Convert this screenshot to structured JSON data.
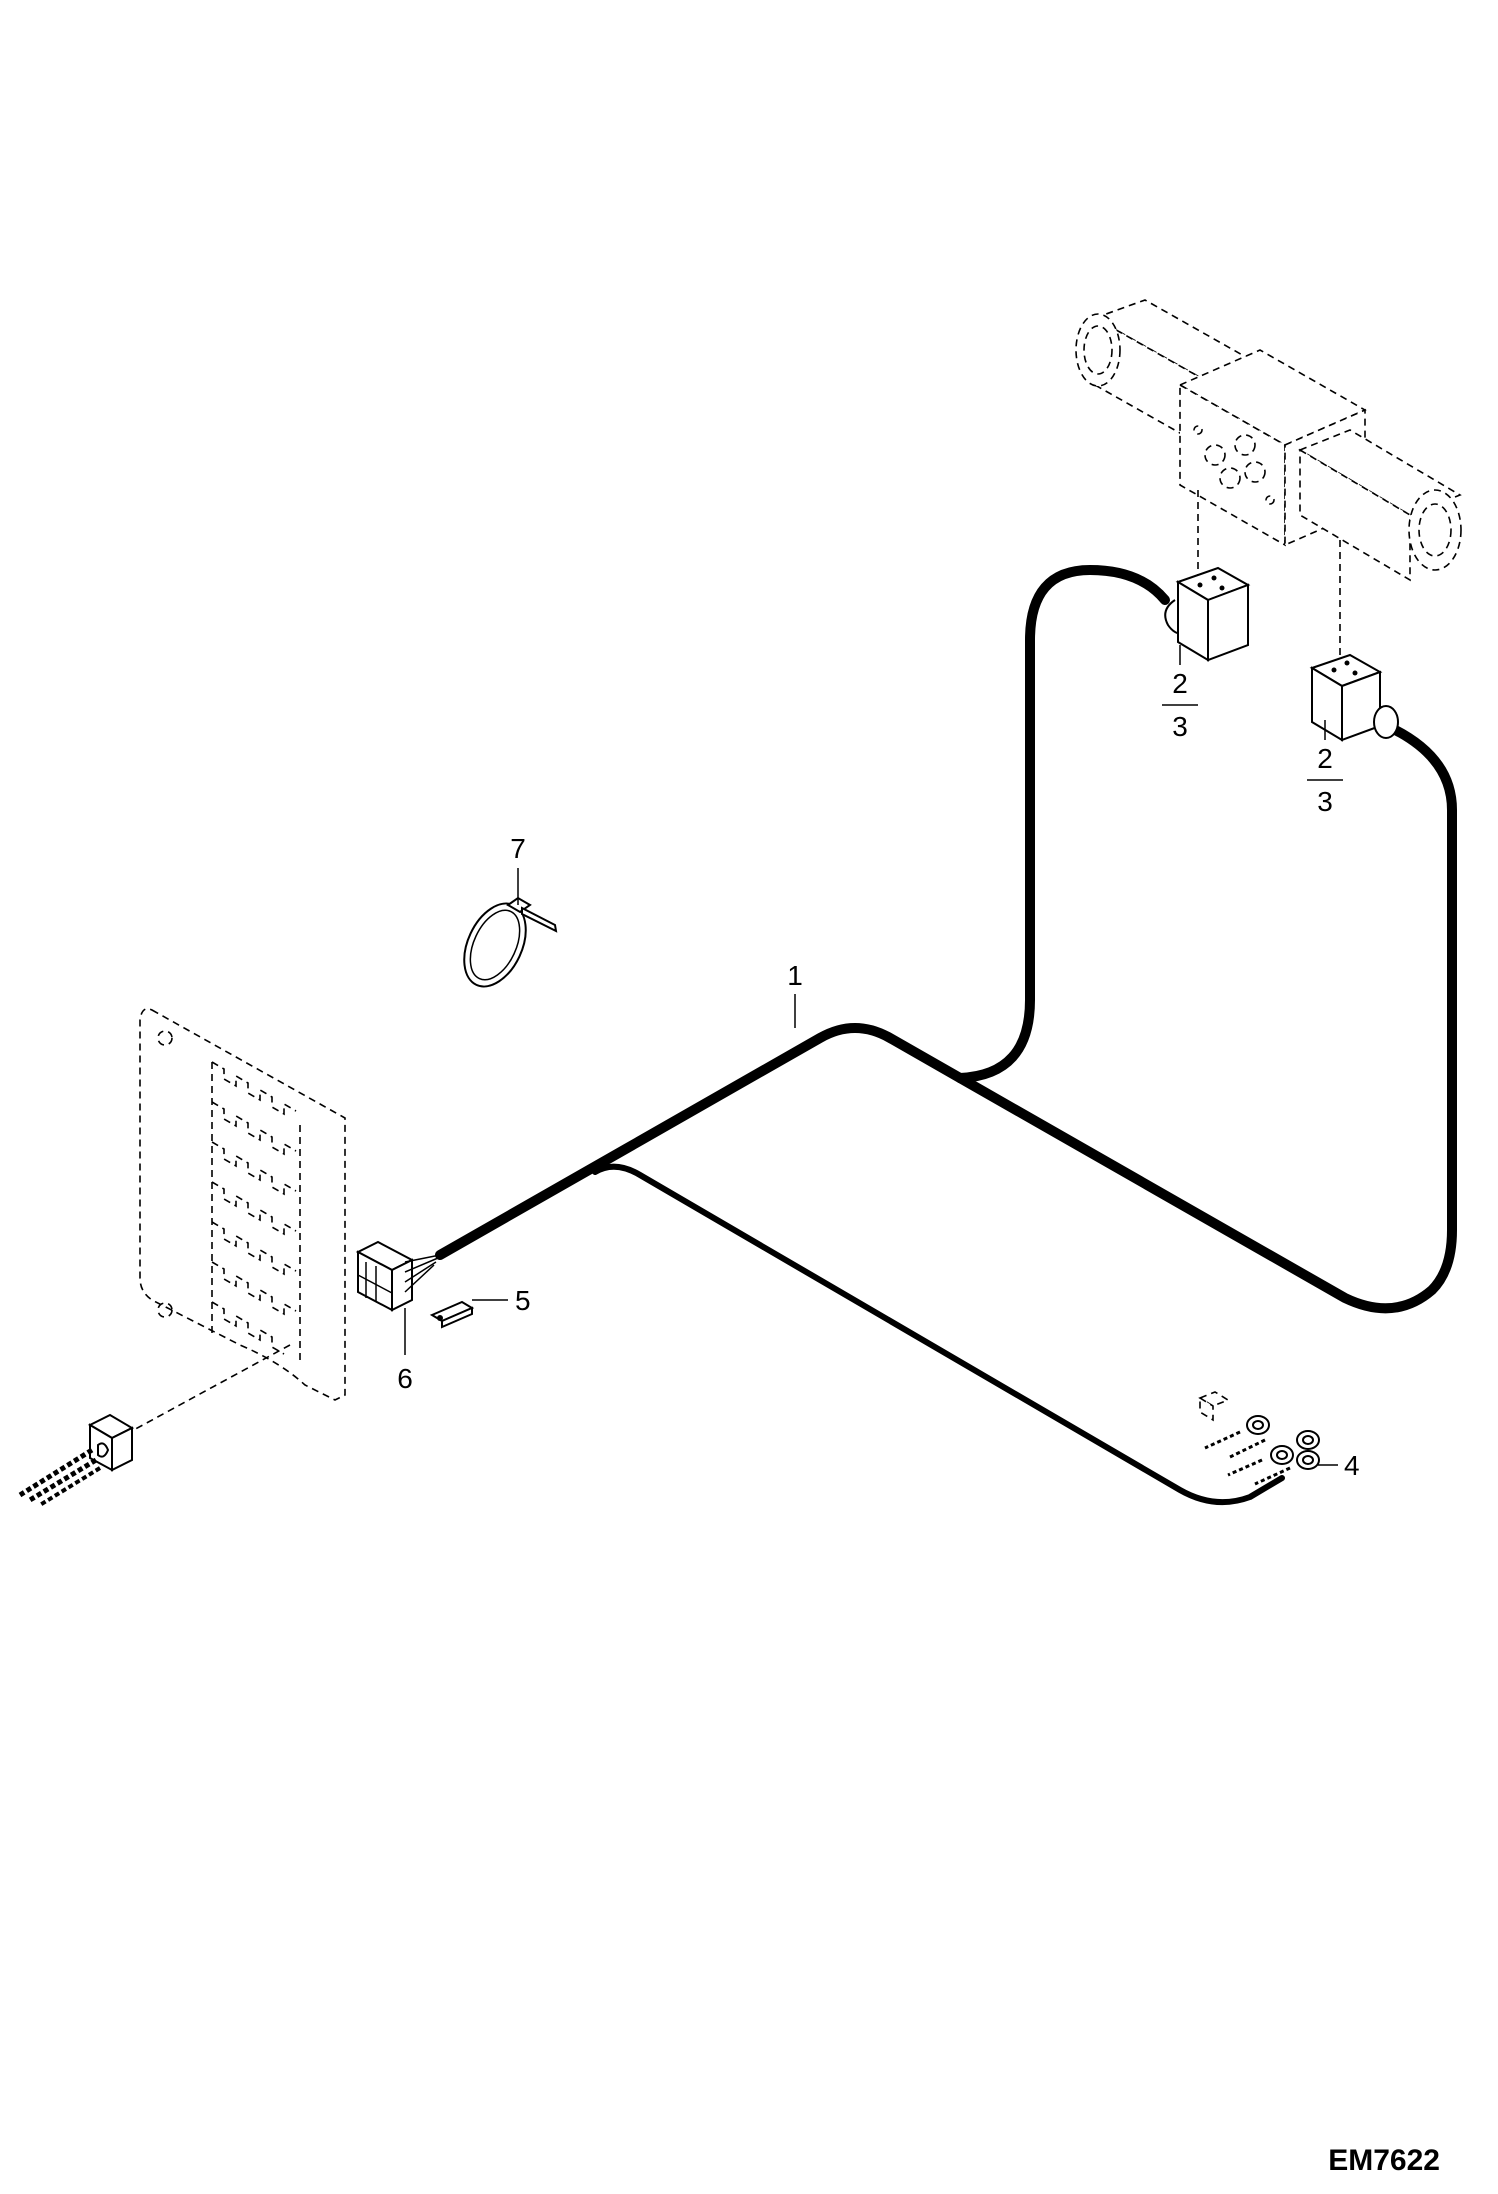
{
  "figure_id": "EM7622",
  "callouts": {
    "c1": "1",
    "c2a_top": "2",
    "c2a_bottom": "3",
    "c2b_top": "2",
    "c2b_bottom": "3",
    "c4": "4",
    "c5": "5",
    "c6": "6",
    "c7": "7"
  }
}
